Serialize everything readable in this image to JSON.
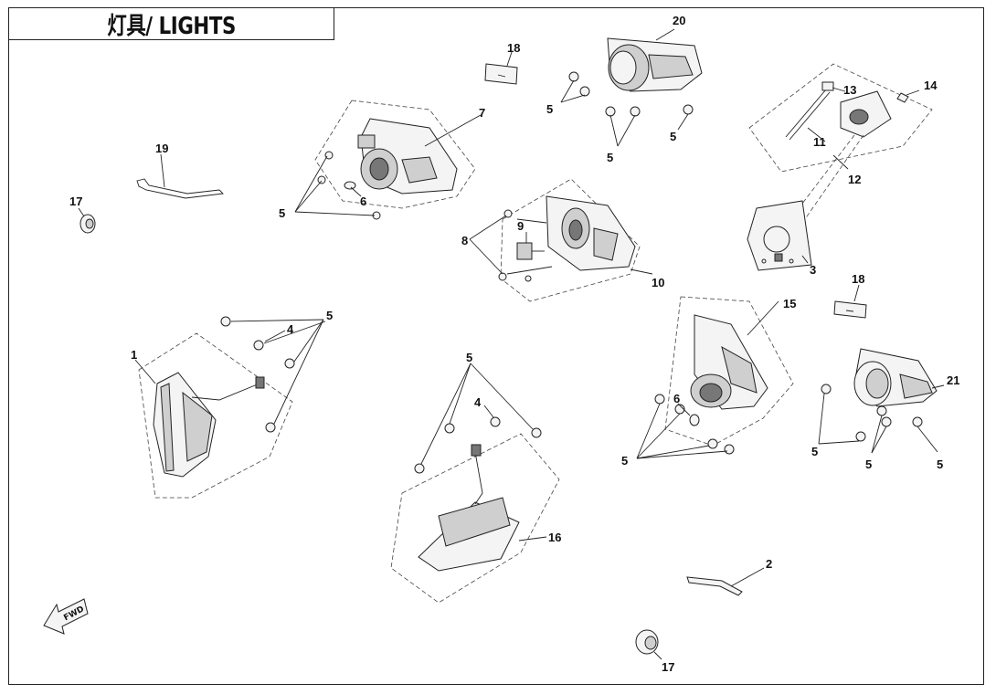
{
  "title": "灯具/ LIGHTS",
  "callouts": {
    "c1": "1",
    "c2": "2",
    "c3": "3",
    "c4a": "4",
    "c4b": "4",
    "c5": "5",
    "c6": "6",
    "c7": "7",
    "c8": "8",
    "c9": "9",
    "c10": "10",
    "c11": "11",
    "c12": "12",
    "c13": "13",
    "c14": "14",
    "c15": "15",
    "c16": "16",
    "c17": "17",
    "c18": "18",
    "c19": "19",
    "c20": "20",
    "c21": "21"
  },
  "fwd_label": "FWD"
}
